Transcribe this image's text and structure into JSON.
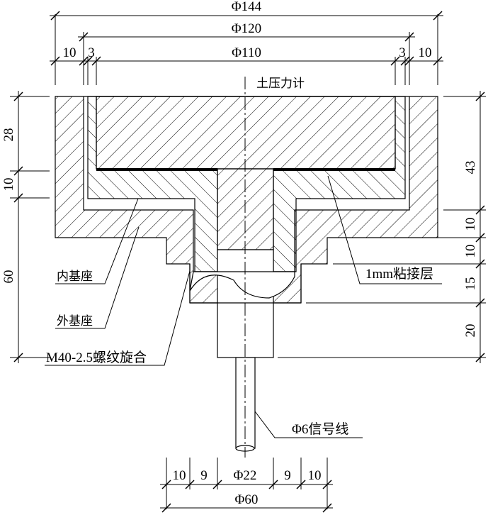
{
  "drawing": {
    "top_dimensions": {
      "overall": "Φ144",
      "middle": "Φ120",
      "inner": "Φ110",
      "left_wall": "10",
      "left_gap": "3",
      "right_gap": "3",
      "right_wall": "10"
    },
    "left_dimensions": [
      "28",
      "10",
      "60"
    ],
    "right_dimensions": [
      "43",
      "10",
      "10",
      "15",
      "20"
    ],
    "bottom_dimensions": {
      "left_outer": "10",
      "left_inner": "9",
      "center": "Φ22",
      "right_inner": "9",
      "right_outer": "10",
      "overall": "Φ60"
    },
    "labels": {
      "sensor": "土压力计",
      "inner_base": "内基座",
      "outer_base": "外基座",
      "thread": "M40-2.5螺纹旋合",
      "adhesive": "1mm粘接层",
      "signal_wire": "Φ6信号线"
    }
  }
}
